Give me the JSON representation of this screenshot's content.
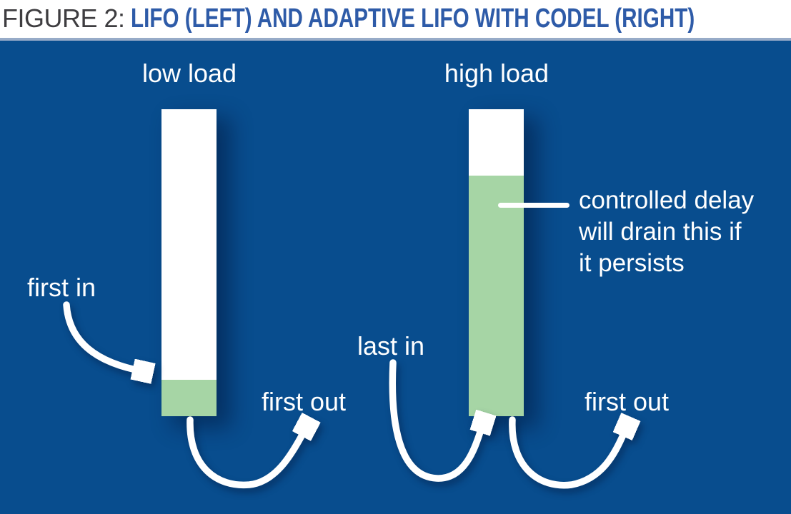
{
  "figure": {
    "label": "FIGURE 2:",
    "title": "LIFO (LEFT) AND ADAPTIVE LIFO WITH CODEL (RIGHT)"
  },
  "colors": {
    "panel_bg": "#084d8e",
    "panel_top_border": "#97abc8",
    "queue_fill": "#ffffff",
    "queue_data_fill": "#a6d5a5",
    "label_text": "#ffffff",
    "arrow_color": "#ffffff",
    "figure_label_color": "#3e3d40",
    "figure_title_color": "#2e5ba8"
  },
  "diagram": {
    "left_queue": {
      "load_label": "low load",
      "in_label": "first in",
      "out_label": "first out"
    },
    "right_queue": {
      "load_label": "high load",
      "in_label": "last in",
      "out_label": "first out",
      "callout_lines": [
        "controlled delay",
        "will drain this if",
        "it persists"
      ]
    }
  }
}
